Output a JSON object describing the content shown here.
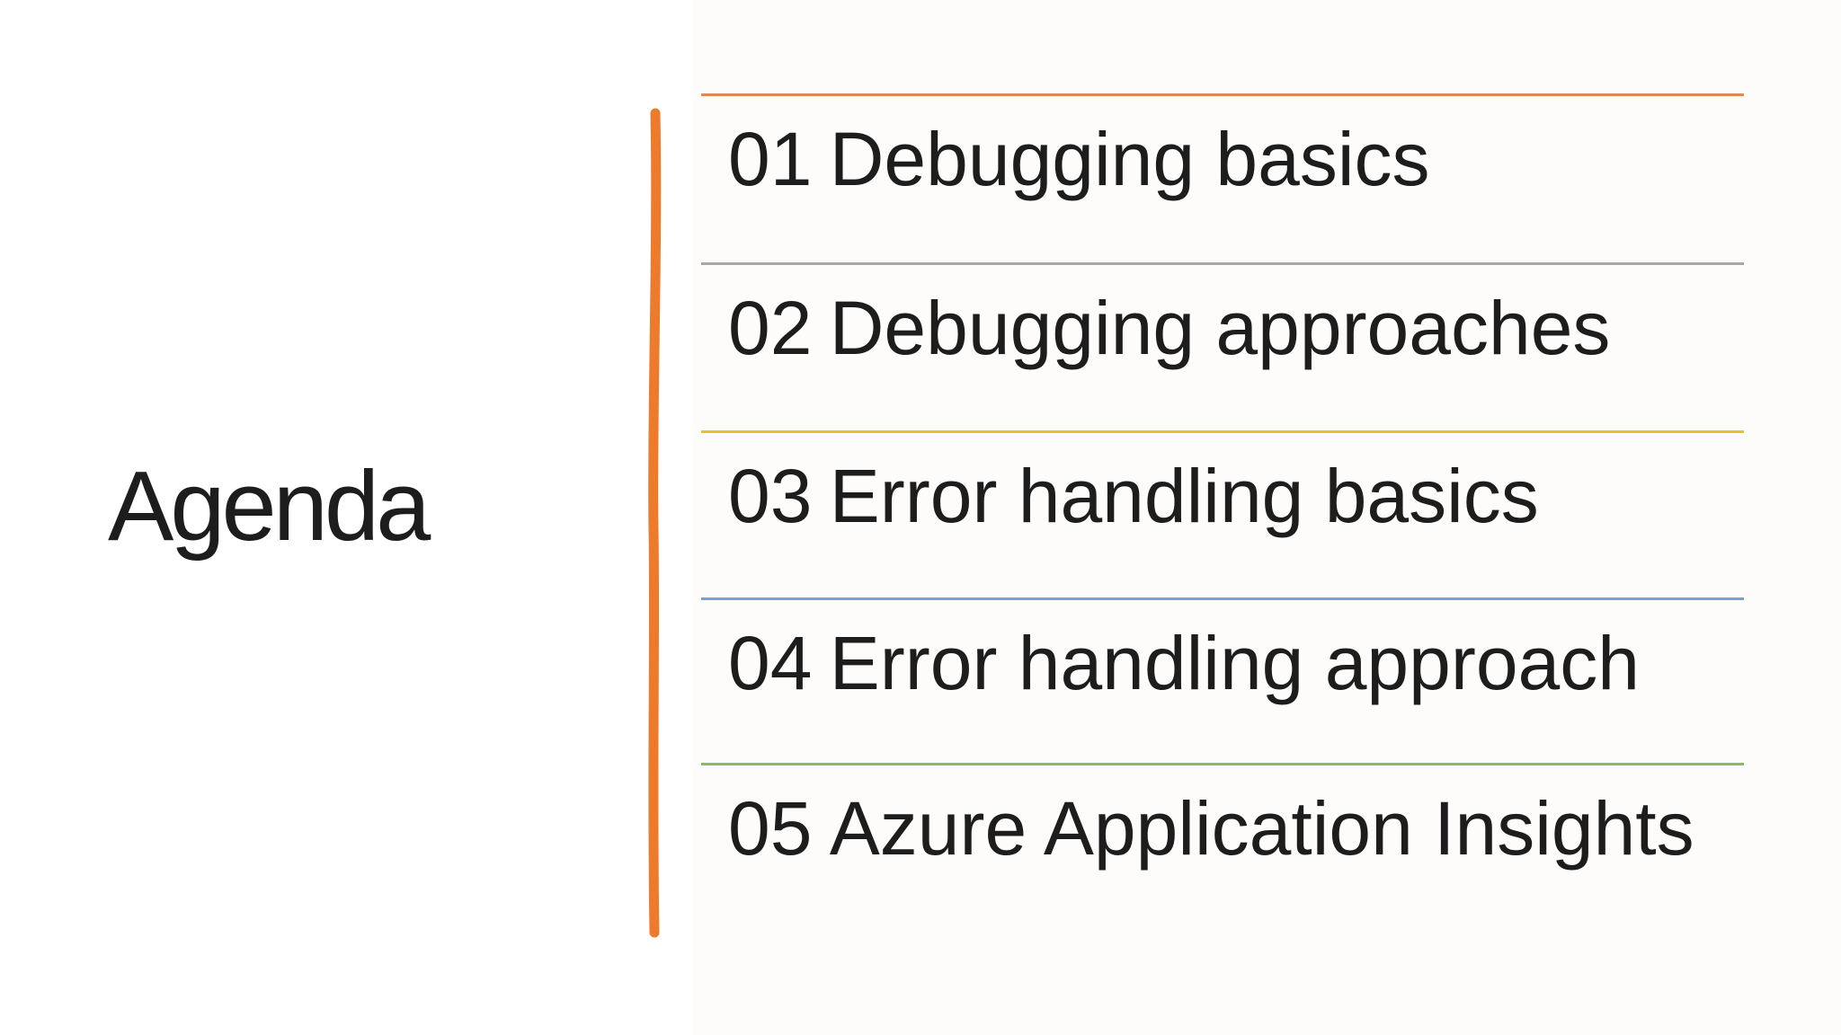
{
  "slide": {
    "background": "#ffffff",
    "text_color": "#1d1d1d",
    "title": "Agenda",
    "accent_bar": {
      "name": "vertical-brush-stroke",
      "color": "#ee7b2c"
    },
    "items": [
      {
        "number": "01",
        "title": "Debugging basics",
        "line_color": "#d98c55"
      },
      {
        "number": "02",
        "title": "Debugging approaches",
        "line_color": "#a7a7a7"
      },
      {
        "number": "03",
        "title": "Error handling basics",
        "line_color": "#e8c22e"
      },
      {
        "number": "04",
        "title": "Error handling approach",
        "line_color": "#75a2cf"
      },
      {
        "number": "05",
        "title": "Azure Application Insights",
        "line_color": "#8cba60"
      }
    ]
  }
}
